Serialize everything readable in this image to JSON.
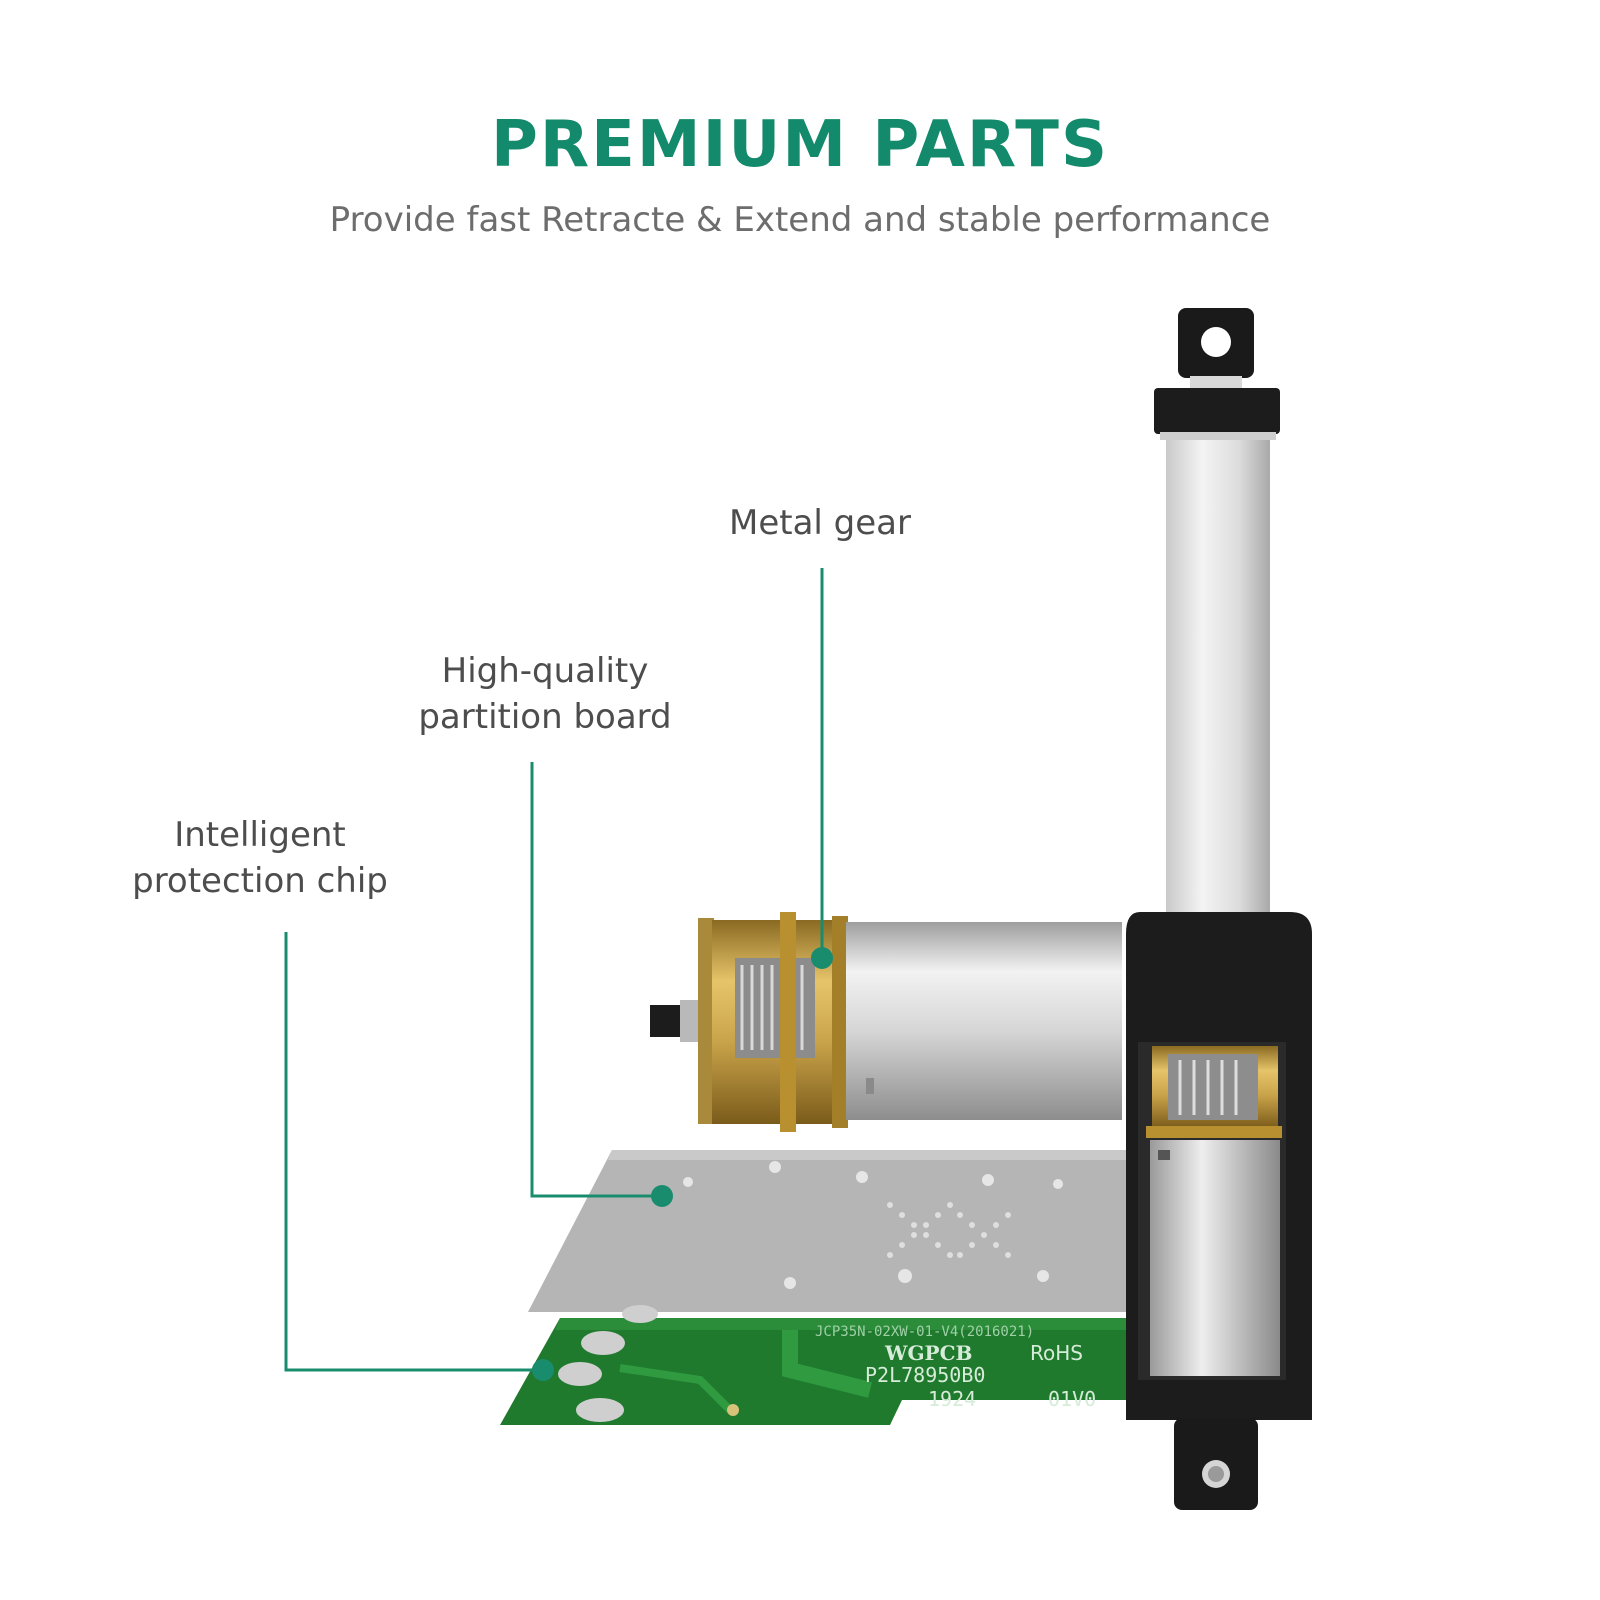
{
  "header": {
    "title": "PREMIUM PARTS",
    "subtitle": "Provide fast Retracte & Extend and stable performance"
  },
  "callouts": {
    "metal_gear": {
      "lines": [
        "Metal gear"
      ]
    },
    "partition_board": {
      "lines": [
        "High-quality",
        "partition board"
      ]
    },
    "protection_chip": {
      "lines": [
        "Intelligent",
        "protection chip"
      ]
    }
  },
  "pcb_markings": {
    "line1": "JCP35N-02XW-01-V4(2016021)",
    "brand": "WGPCB",
    "rohs": "RoHS",
    "code": "P2L78950B0",
    "date": "1924",
    "mark": "01V0"
  },
  "colors": {
    "accent": "#138a6b",
    "callout_line": "#1a8c6e",
    "pcb_green": "#1f7a2e",
    "housing": "#1c1c1c",
    "brass": "#c9a34a"
  }
}
